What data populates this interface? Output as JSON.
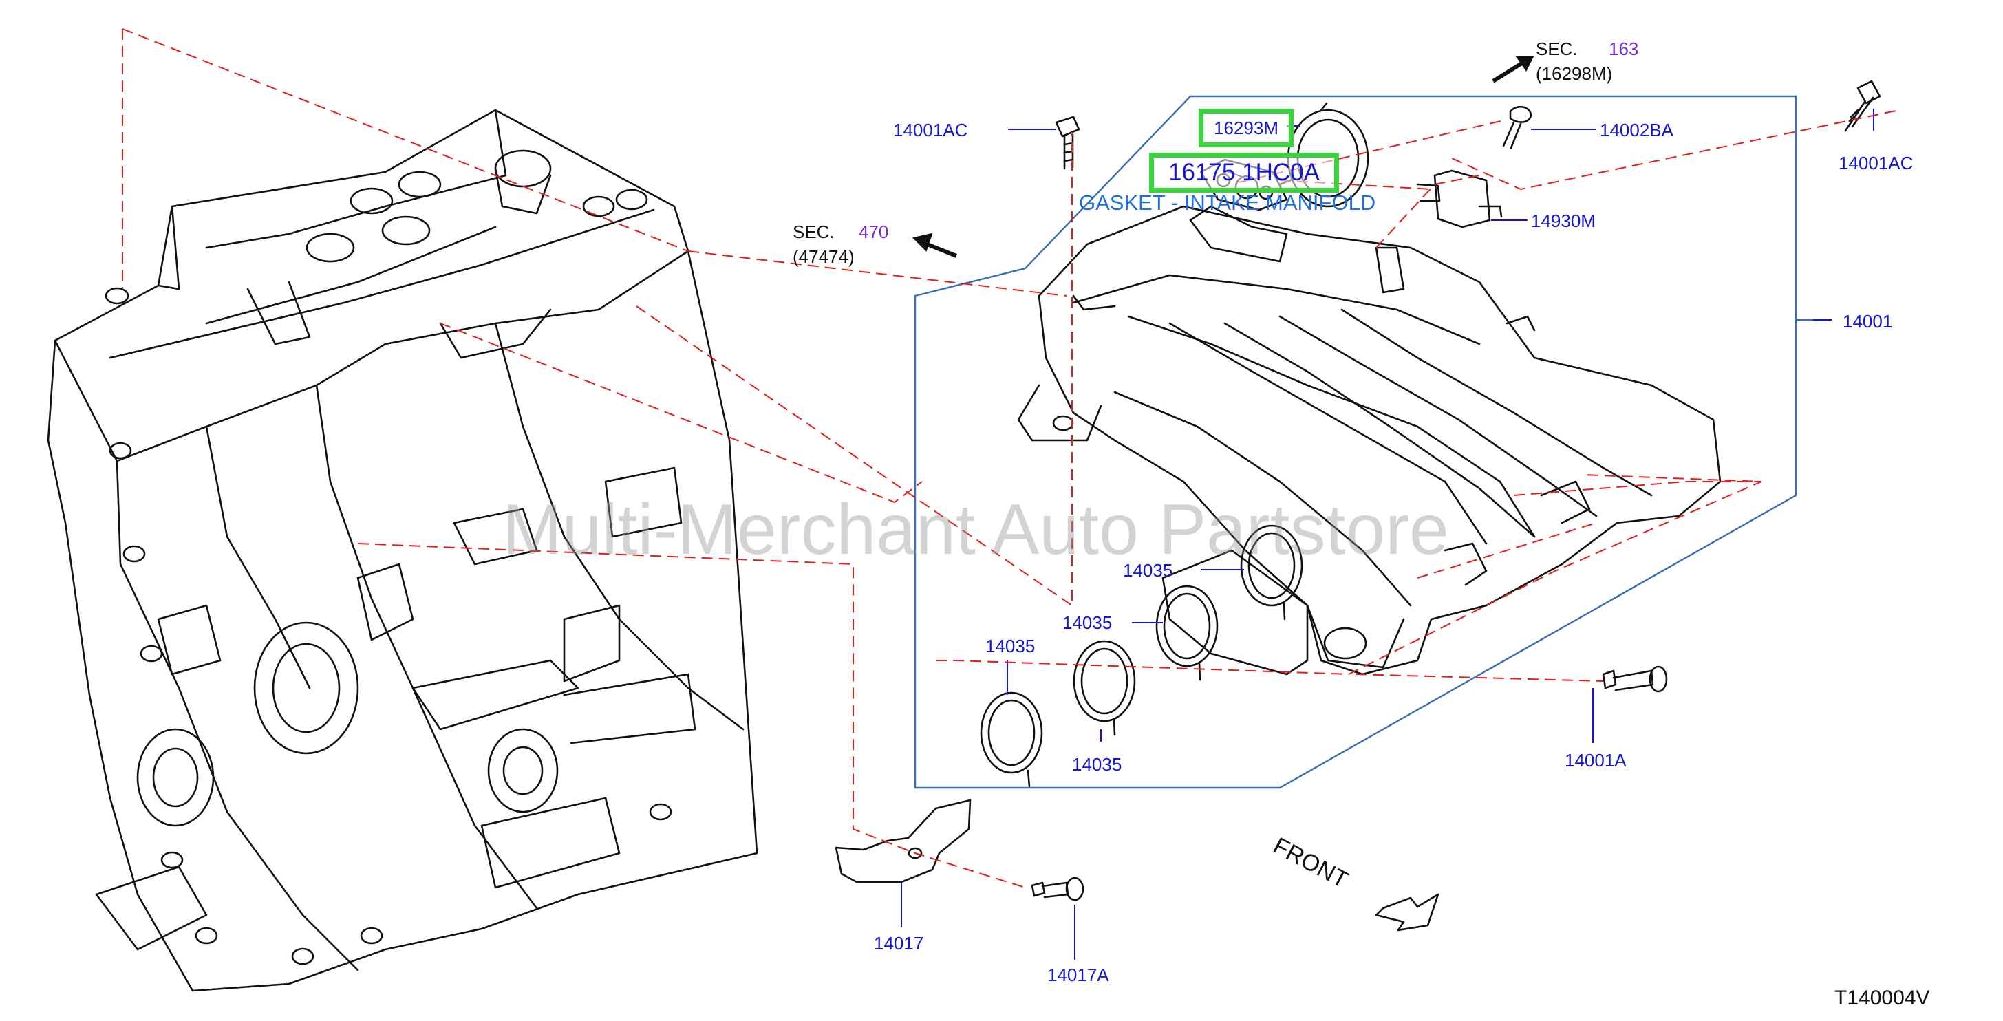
{
  "diagram": {
    "watermark": "Multi-Merchant Auto Partstore",
    "figure_code": "T140004V",
    "front_label": "FRONT",
    "highlighted": {
      "part_a": "16293M",
      "part_b": "16175 1HC0A",
      "part_b_description": "GASKET - INTAKE MANIFOLD"
    },
    "section_refs": [
      {
        "sec": "SEC.",
        "num": "163",
        "sub": "(16298M)"
      },
      {
        "sec": "SEC.",
        "num": "470",
        "sub": "(47474)"
      }
    ],
    "callouts": {
      "p14001AC_left": "14001AC",
      "p14001AC_right": "14001AC",
      "p14002BA": "14002BA",
      "p14930M": "14930M",
      "p14001": "14001",
      "p14035_a": "14035",
      "p14035_b": "14035",
      "p14035_c": "14035",
      "p14035_d": "14035",
      "p14001A": "14001A",
      "p14017": "14017",
      "p14017A": "14017A"
    },
    "colors": {
      "callout_text": "#1515d6",
      "section_number": "#7a2be0",
      "highlight_border": "#3cd43c",
      "dashed_line": "#e0201e",
      "frame_line": "#3a6fb5",
      "description_text": "#1f6fe0"
    }
  }
}
